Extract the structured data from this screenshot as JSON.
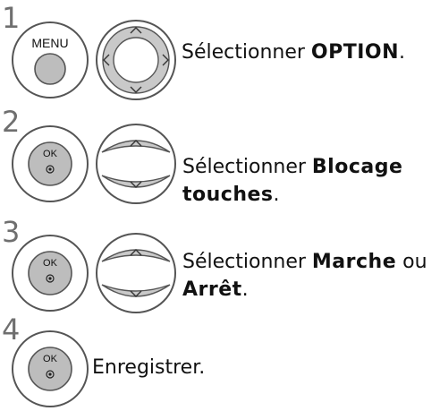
{
  "steps": [
    {
      "number": "1",
      "button": "MENU",
      "pad": "four-way-arrows",
      "text_before": "Sélectionner ",
      "text_bold": "OPTION",
      "text_after": "."
    },
    {
      "number": "2",
      "button": "OK",
      "pad": "up-down-arrows",
      "text_before": "Sélectionner ",
      "text_bold": "Blocage",
      "text_bold2": "touches",
      "text_after": "."
    },
    {
      "number": "3",
      "button": "OK",
      "pad": "up-down-arrows",
      "text_before": "Sélectionner ",
      "text_bold": "Marche",
      "text_middle": " ou",
      "text_bold2": "Arrêt",
      "text_after": "."
    },
    {
      "number": "4",
      "button": "OK",
      "text": "Enregistrer."
    }
  ],
  "icons": {
    "menu_button": "menu-button-icon",
    "nav_pad": "four-way-navigation-icon",
    "up_down_pad": "up-down-navigation-icon",
    "ok_button": "ok-button-icon",
    "ok_dot": "ok-dot-icon"
  },
  "colors": {
    "step_number": "#6f6f6f",
    "button_fill": "#bdbdbd",
    "button_ring": "#555555",
    "pad_fill": "#ffffff"
  }
}
